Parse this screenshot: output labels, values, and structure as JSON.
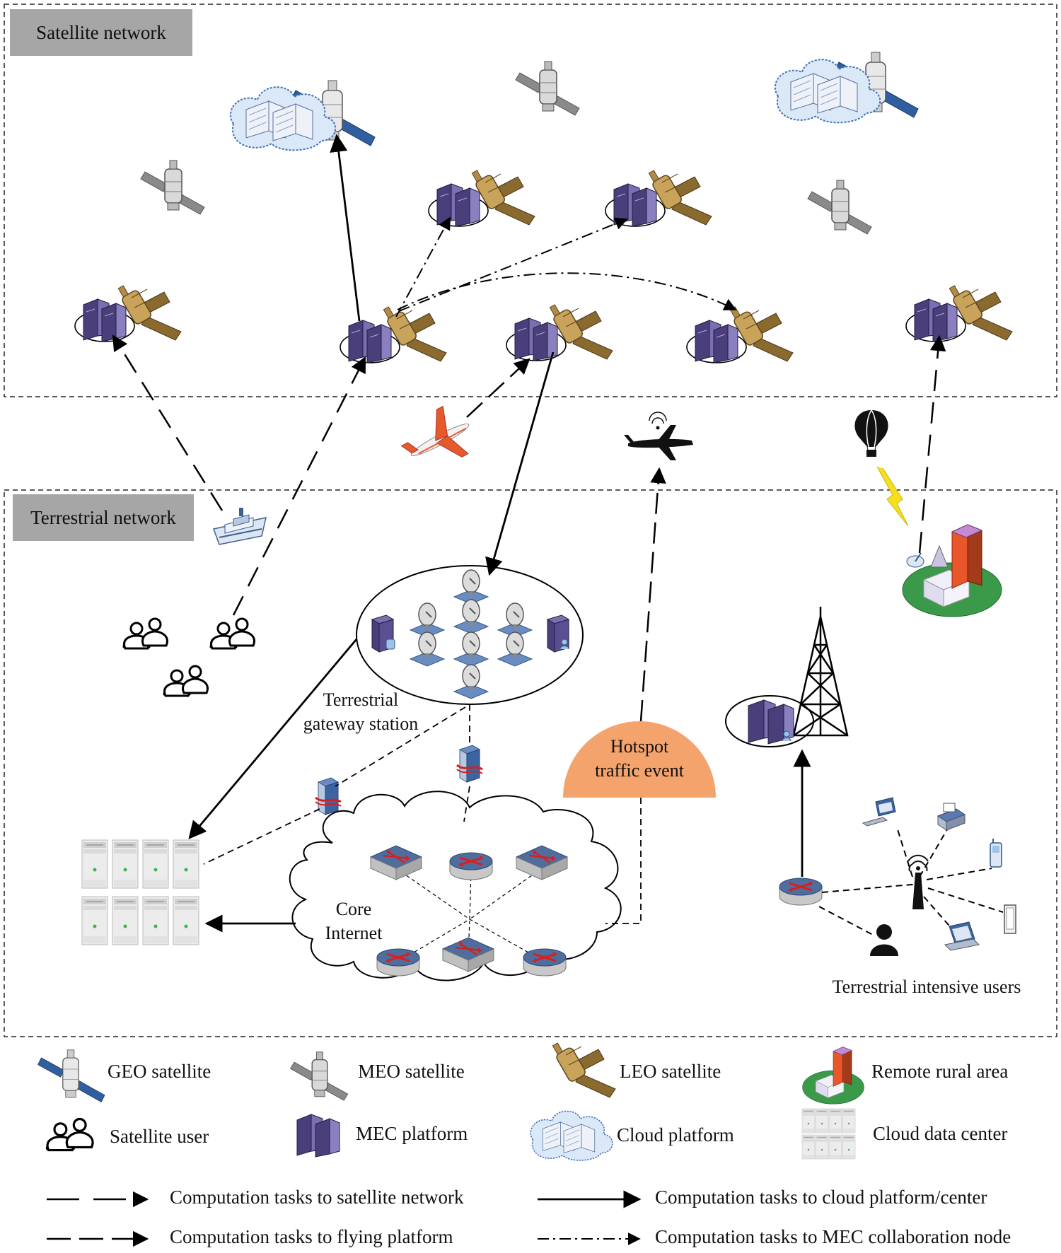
{
  "regions": {
    "satellite": "Satellite network",
    "terrestrial": "Terrestrial  network"
  },
  "nodes": {
    "gateway": [
      "Terrestrial",
      "gateway station"
    ],
    "core": [
      "Core",
      "Internet"
    ],
    "hotspot": [
      "Hotspot",
      "traffic event"
    ],
    "intensive_users": "Terrestrial intensive users"
  },
  "legend": {
    "geo": "GEO satellite",
    "meo": "MEO satellite",
    "leo": "LEO satellite",
    "rural": "Remote rural area",
    "sat_user": "Satellite user",
    "mec": "MEC platform",
    "cloud_platform": "Cloud platform",
    "cloud_dc": "Cloud data center",
    "line_satellite": "Computation tasks to satellite network",
    "line_cloud": "Computation tasks to cloud platform/center",
    "line_flying": "Computation tasks to flying platform",
    "line_mec": "Computation tasks to MEC collaboration node"
  },
  "colors": {
    "region_title_bg": "#a6a6a6",
    "hotspot_fill": "#f4a36c",
    "mec_purple": "#4a3f7a",
    "leo_gold": "#8a6a2e",
    "geo_blue": "#2f5f9e",
    "router_red": "#cc2222"
  }
}
